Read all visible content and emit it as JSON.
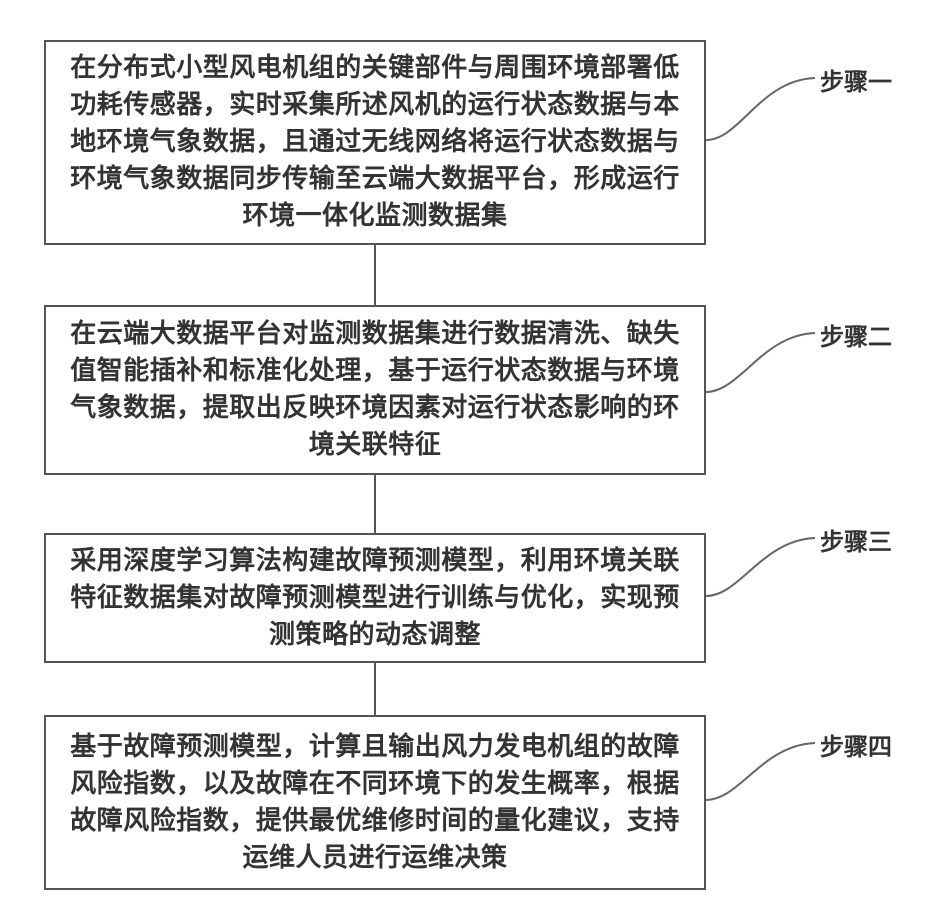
{
  "steps": [
    {
      "label": "步骤一",
      "text": "在分布式小型风电机组的关键部件与周围环境部署低功耗传感器，实时采集所述风机的运行状态数据与本地环境气象数据，且通过无线网络将运行状态数据与环境气象数据同步传输至云端大数据平台，形成运行环境一体化监测数据集"
    },
    {
      "label": "步骤二",
      "text": "在云端大数据平台对监测数据集进行数据清洗、缺失值智能插补和标准化处理，基于运行状态数据与环境气象数据，提取出反映环境因素对运行状态影响的环境关联特征"
    },
    {
      "label": "步骤三",
      "text": "采用深度学习算法构建故障预测模型，利用环境关联特征数据集对故障预测模型进行训练与优化，实现预测策略的动态调整"
    },
    {
      "label": "步骤四",
      "text": "基于故障预测模型，计算且输出风力发电机组的故障风险指数，以及故障在不同环境下的发生概率，根据故障风险指数，提供最优维修时间的量化建议，支持运维人员进行运维决策"
    }
  ]
}
